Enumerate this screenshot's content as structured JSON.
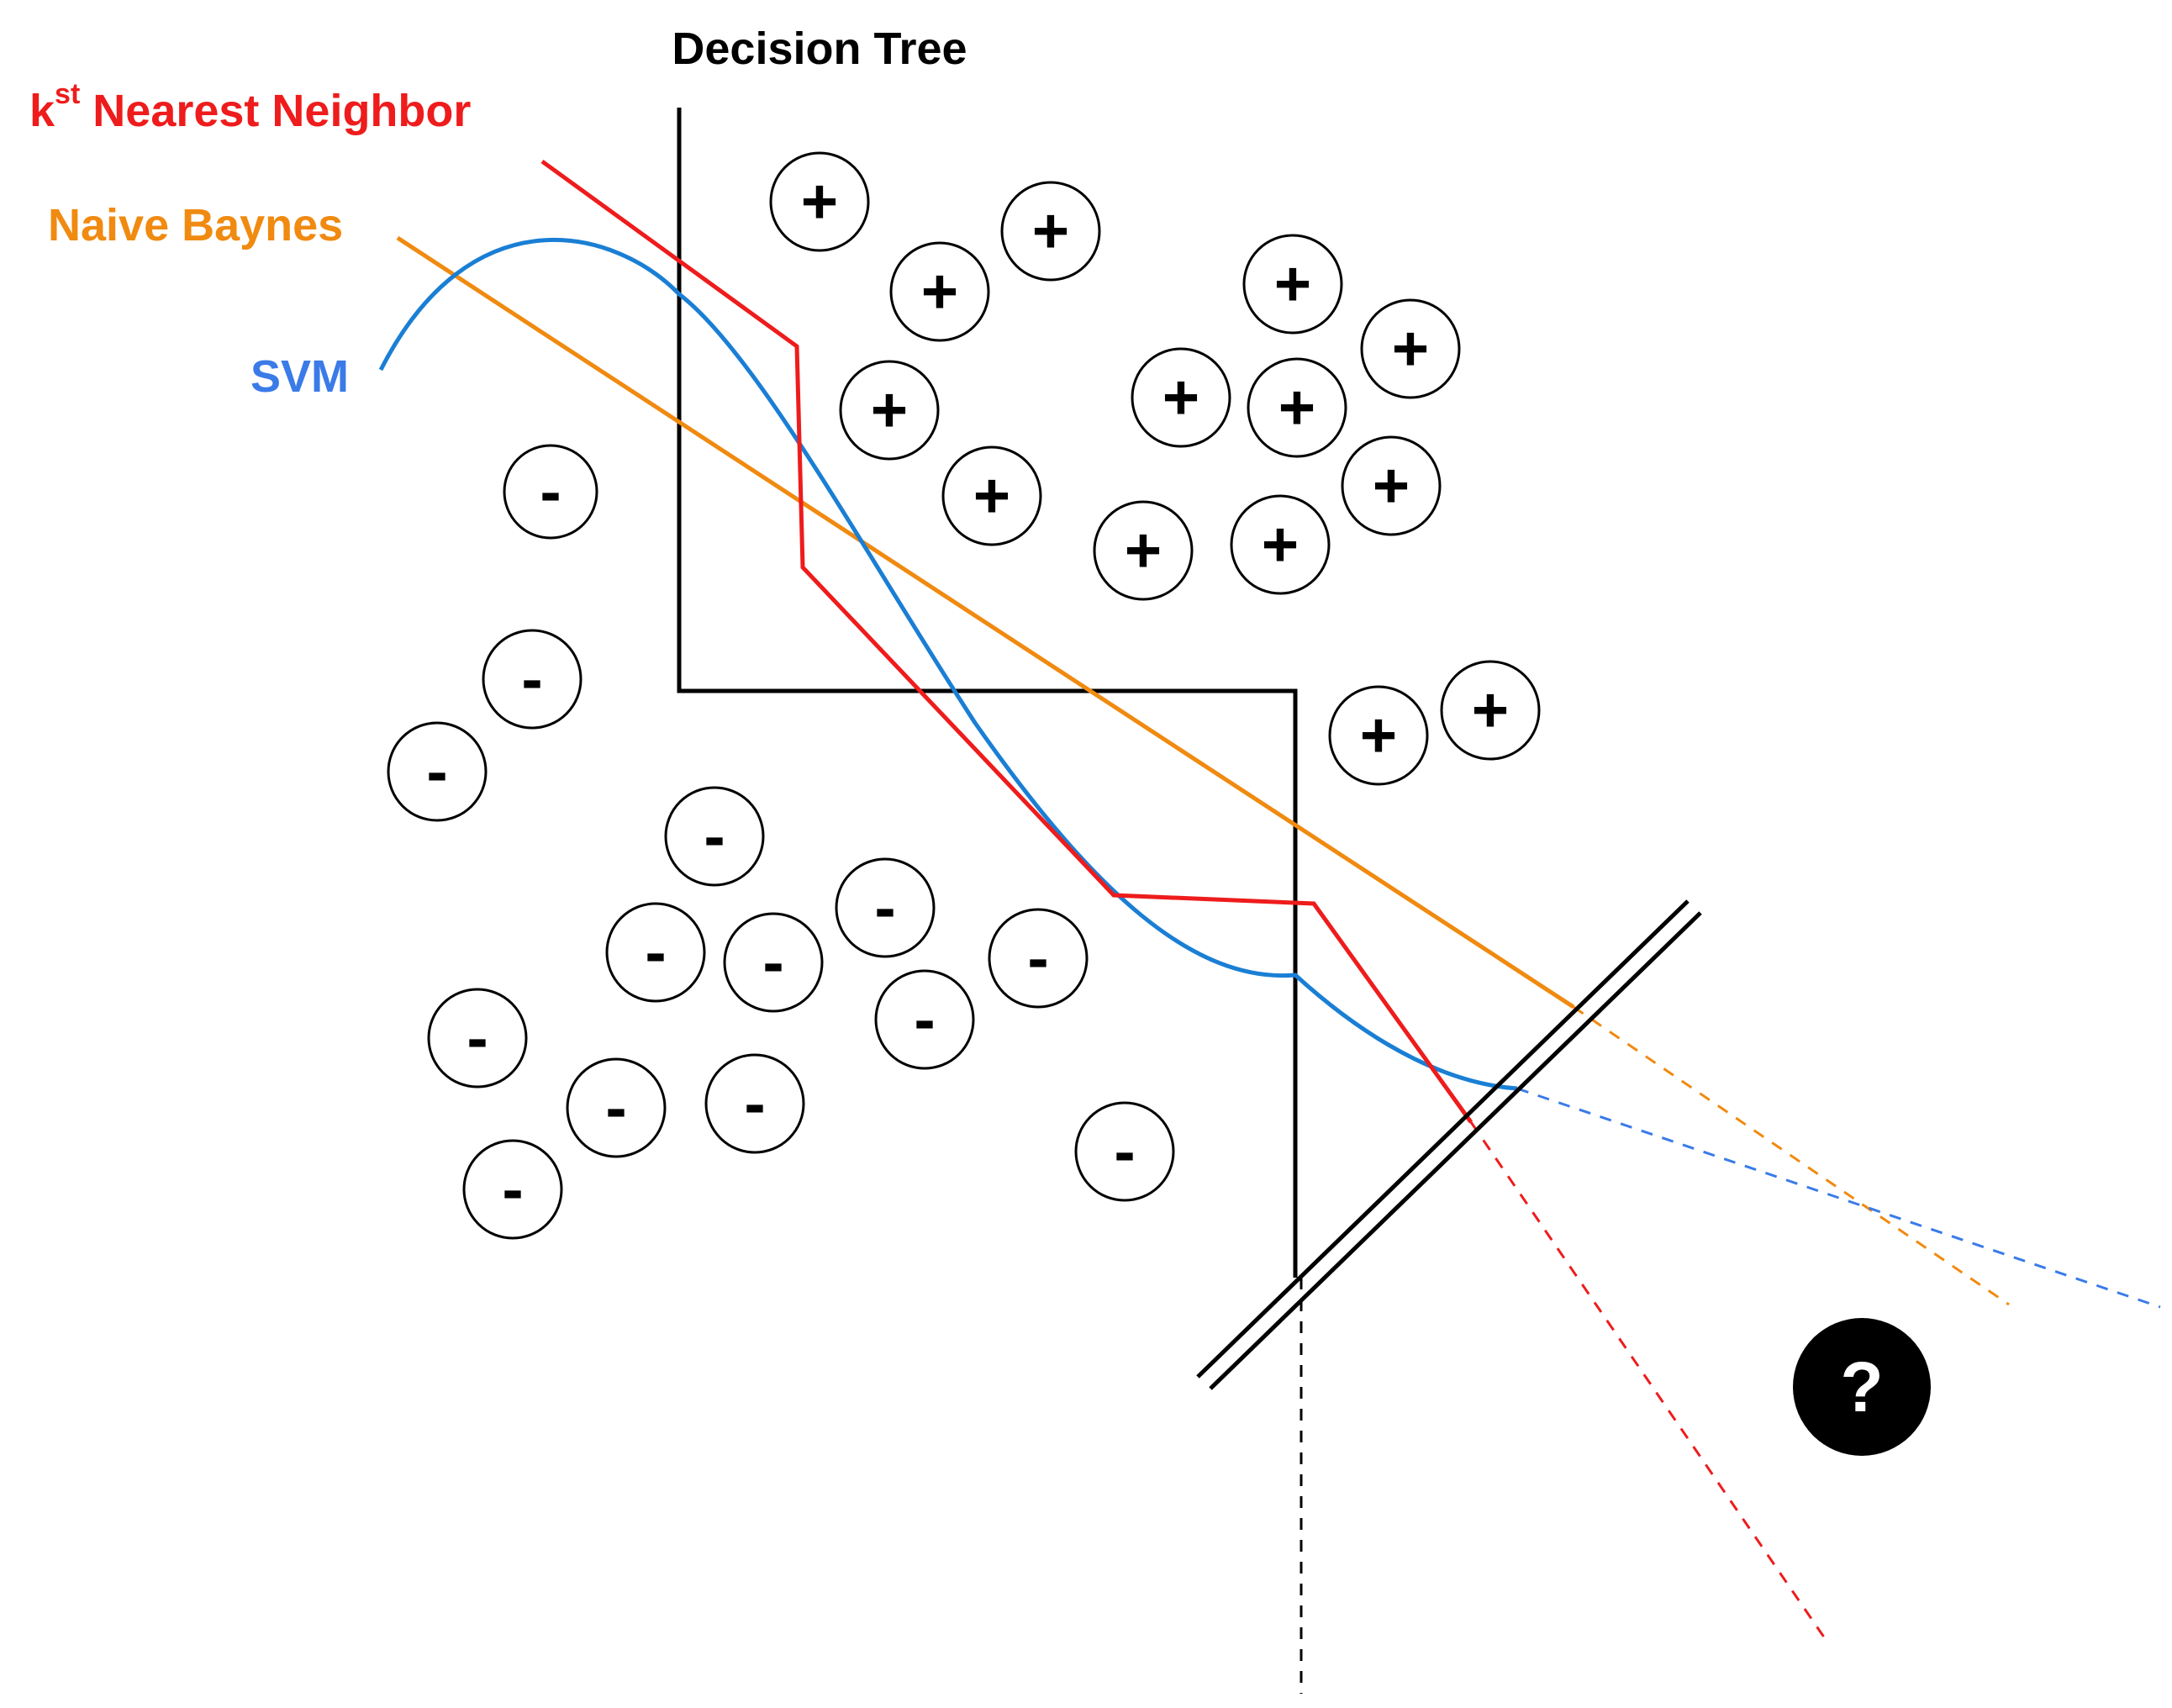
{
  "labels": {
    "decision_tree": "Decision Tree",
    "knn_k": "k",
    "knn_sup": "st",
    "knn_rest": " Nearest Neighbor",
    "naive_bayes": "Naive Baynes",
    "svm": "SVM"
  },
  "symbols": {
    "positive": "+",
    "negative": "-",
    "unknown": "?"
  },
  "colors": {
    "decision_tree": "#000000",
    "knn": "#ee1c1c",
    "naive_bayes": "#f08a10",
    "svm": "#1a7fd4",
    "svm_label": "#3a7be8",
    "background": "#ffffff"
  }
}
